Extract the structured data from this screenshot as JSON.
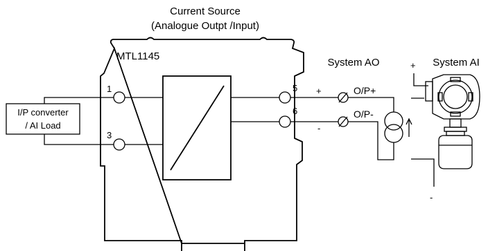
{
  "title": {
    "line1": "Current Source",
    "line2": "(Analogue Outpt /Input)"
  },
  "module": {
    "name": "MTL1145"
  },
  "terminals": {
    "t1": "1",
    "t3": "3",
    "t5": "5",
    "t6": "6"
  },
  "load": {
    "line1": "I/P converter",
    "line2": "/ AI Load"
  },
  "system_ao": {
    "label": "System AO",
    "plus_sign": "+",
    "minus_sign": "-",
    "out_plus": "O/P+",
    "out_minus": "O/P-"
  },
  "system_ai": {
    "label": "System AI",
    "plus_sign": "+",
    "minus_sign": "-"
  },
  "icons": {
    "current_source": "current-source-symbol",
    "transmitter": "transmitter-device",
    "isolator": "isolator-barrier"
  }
}
